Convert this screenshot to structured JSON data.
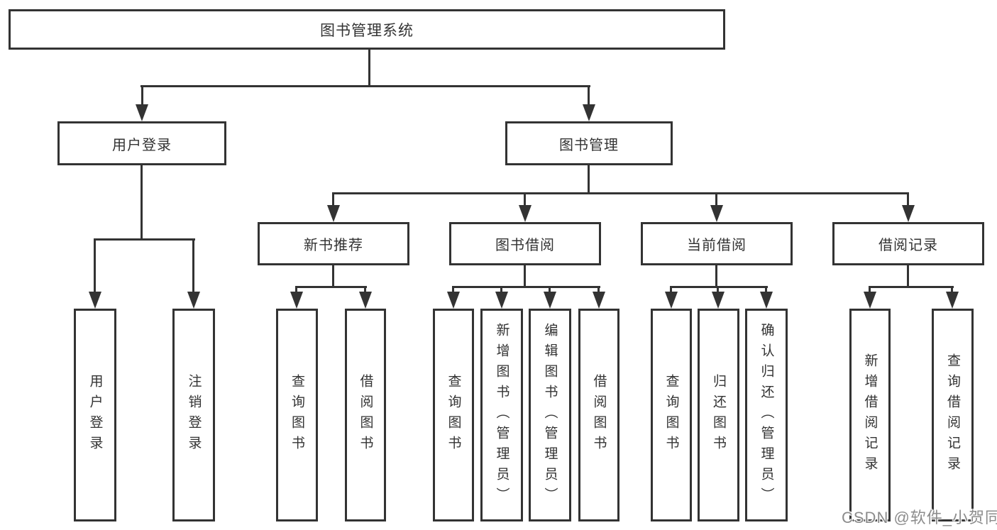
{
  "diagram": {
    "root": "图书管理系统",
    "user_login": {
      "label": "用户登录",
      "children": [
        "用户登录",
        "注销登录"
      ]
    },
    "book_mgmt": {
      "label": "图书管理",
      "sections": [
        {
          "label": "新书推荐",
          "children": [
            "查询图书",
            "借阅图书"
          ]
        },
        {
          "label": "图书借阅",
          "children": [
            "查询图书",
            "新增图书（管理员）",
            "编辑图书（管理员）",
            "借阅图书"
          ]
        },
        {
          "label": "当前借阅",
          "children": [
            "查询图书",
            "归还图书",
            "确认归还（管理员）"
          ]
        },
        {
          "label": "借阅记录",
          "children": [
            "新增借阅记录",
            "查询借阅记录"
          ]
        }
      ]
    },
    "watermark": "CSDN @软件_小贺同学"
  },
  "colors": {
    "line": "#333333",
    "text": "#333333",
    "page_bg": "#ffffff",
    "box_bg": "#ffffff",
    "watermark": "#8c8c8c"
  }
}
